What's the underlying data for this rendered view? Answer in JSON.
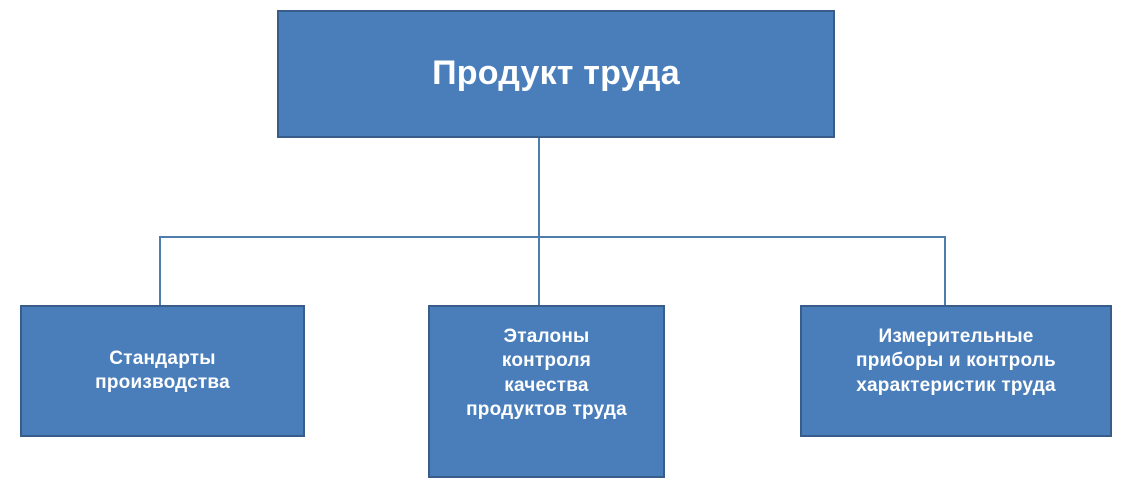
{
  "diagram": {
    "type": "hierarchy-tree",
    "orientation": "top-down",
    "colors": {
      "node_fill": "#4a7ebb",
      "node_border": "#385d8a",
      "node_text": "#ffffff",
      "connector": "#4f7dab",
      "background": "#ffffff"
    },
    "root": {
      "label": "Продукт труда"
    },
    "children": [
      {
        "label": "Стандарты\nпроизводства"
      },
      {
        "label": "Эталоны\nконтроля\nкачества\nпродуктов труда"
      },
      {
        "label": "Измерительные\nприборы и контроль\nхарактеристик труда"
      }
    ]
  }
}
